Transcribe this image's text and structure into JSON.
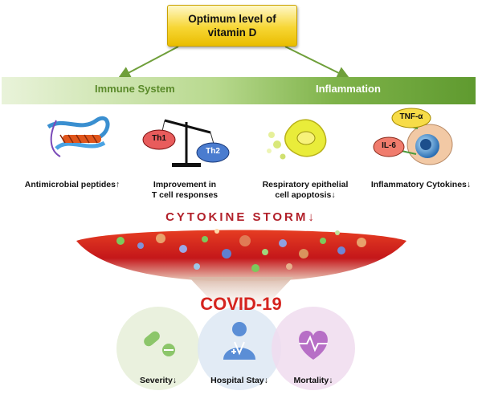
{
  "top_box": {
    "text": "Optimum level of vitamin D"
  },
  "band": {
    "left_label": "Immune System",
    "right_label": "Inflammation"
  },
  "effects": [
    {
      "label_line1": "Antimicrobial peptides↑",
      "label_line2": ""
    },
    {
      "label_line1": "Improvement in",
      "label_line2": "T cell responses",
      "balance_left": "Th1",
      "balance_right": "Th2"
    },
    {
      "label_line1": "Respiratory epithelial",
      "label_line2": "cell apoptosis↓"
    },
    {
      "label_line1": "Inflammatory Cytokines↓",
      "label_line2": "",
      "cytokine_a": "TNF-α",
      "cytokine_b": "IL-6"
    }
  ],
  "storm": {
    "title": "CYTOKINE STORM↓"
  },
  "covid": {
    "title": "COVID-19"
  },
  "outcomes": [
    {
      "label": "Severity↓",
      "icon": "pill-icon",
      "color": "#e6efd8"
    },
    {
      "label": "Hospital Stay↓",
      "icon": "doctor-icon",
      "color": "#dde8f3"
    },
    {
      "label": "Mortality↓",
      "icon": "heart-pulse-icon",
      "color": "#f0dcef"
    }
  ],
  "colors": {
    "arrow": "#6f9f3a",
    "storm_red": "#c8201b",
    "title_red": "#b2202a"
  }
}
